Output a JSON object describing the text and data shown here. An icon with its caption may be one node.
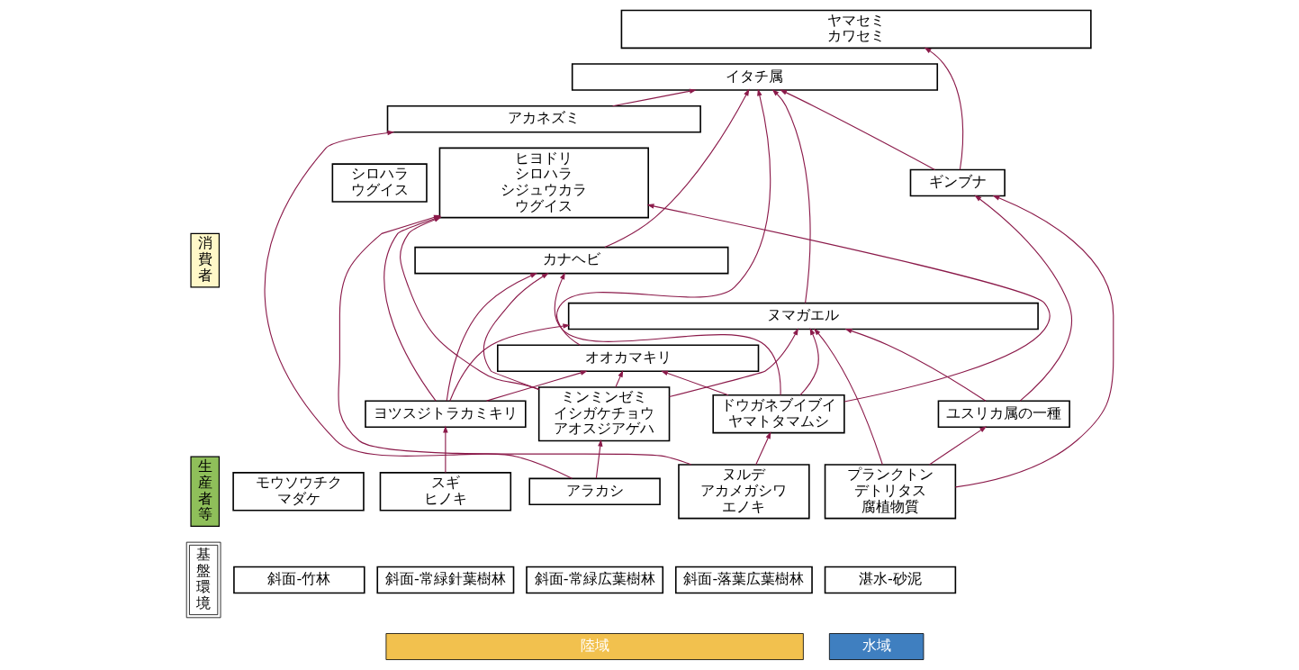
{
  "diagram": {
    "nodes": [
      {
        "text": [
          "ヤマセミ",
          "カワセミ"
        ]
      },
      {
        "text": [
          "イタチ属"
        ]
      },
      {
        "text": [
          "アカネズミ"
        ]
      },
      {
        "text": [
          "シロハラ",
          "ウグイス"
        ]
      },
      {
        "text": [
          "ヒヨドリ",
          "シロハラ",
          "シジュウカラ",
          "ウグイス"
        ]
      },
      {
        "text": [
          "ギンブナ"
        ]
      },
      {
        "text": [
          "カナヘビ"
        ]
      },
      {
        "text": [
          "ヌマガエル"
        ]
      },
      {
        "text": [
          "オオカマキリ"
        ]
      },
      {
        "text": [
          "ヨツスジトラカミキリ"
        ]
      },
      {
        "text": [
          "ミンミンゼミ",
          "イシガケチョウ",
          "アオスジアゲハ"
        ]
      },
      {
        "text": [
          "ドウガネブイブイ",
          "ヤマトタマムシ"
        ]
      },
      {
        "text": [
          "ユスリカ属の一種"
        ]
      },
      {
        "text": [
          "モウソウチク",
          "マダケ"
        ]
      },
      {
        "text": [
          "スギ",
          "ヒノキ"
        ]
      },
      {
        "text": [
          "アラカシ"
        ]
      },
      {
        "text": [
          "ヌルデ",
          "アカメガシワ",
          "エノキ"
        ]
      },
      {
        "text": [
          "プランクトン",
          "デトリタス",
          "腐植物質"
        ]
      },
      {
        "text": [
          "斜面-竹林"
        ]
      },
      {
        "text": [
          "斜面-常緑針葉樹林"
        ]
      },
      {
        "text": [
          "斜面-常緑広葉樹林"
        ]
      },
      {
        "text": [
          "斜面-落葉広葉樹林"
        ]
      },
      {
        "text": [
          "湛水-砂泥"
        ]
      },
      {
        "text": [
          "消費者"
        ]
      },
      {
        "text": [
          "生産者等"
        ]
      },
      {
        "text": [
          "基盤環境"
        ]
      },
      {
        "text": [
          "陸域"
        ]
      },
      {
        "text": [
          "水域"
        ]
      }
    ],
    "edges": [
      {
        "from": 9,
        "to": 4,
        "arrow": "to"
      },
      {
        "from": 9,
        "to": 6,
        "arrow": "to"
      },
      {
        "from": 9,
        "to": 7,
        "arrow": "to"
      },
      {
        "from": 9,
        "to": 8,
        "arrow": "to"
      },
      {
        "from": 14,
        "to": 9,
        "arrow": "to"
      },
      {
        "from": 8,
        "to": 1,
        "arrow": "to"
      },
      {
        "from": 7,
        "to": 1,
        "arrow": "to"
      },
      {
        "from": 6,
        "to": 1,
        "arrow": "to"
      },
      {
        "from": 2,
        "to": 1,
        "arrow": "to"
      },
      {
        "from": 15,
        "to": 2,
        "arrow": "to"
      },
      {
        "from": 10,
        "to": 8,
        "arrow": "to"
      },
      {
        "from": 15,
        "to": 10,
        "arrow": "to"
      },
      {
        "from": 10,
        "to": 4,
        "arrow": "to"
      },
      {
        "from": 10,
        "to": 6,
        "arrow": "to"
      },
      {
        "from": 10,
        "to": 7,
        "arrow": "to"
      },
      {
        "from": 16,
        "to": 4,
        "arrow": "to"
      },
      {
        "from": 11,
        "to": 4,
        "arrow": "to"
      },
      {
        "from": 11,
        "to": 6,
        "arrow": "to"
      },
      {
        "from": 11,
        "to": 7,
        "arrow": "to"
      },
      {
        "from": 11,
        "to": 8,
        "arrow": "to"
      },
      {
        "from": 16,
        "to": 11,
        "arrow": "to"
      },
      {
        "from": 17,
        "to": 5,
        "arrow": "to"
      },
      {
        "from": 5,
        "to": 1,
        "arrow": "to"
      },
      {
        "from": 17,
        "to": 7,
        "arrow": "to"
      },
      {
        "from": 12,
        "to": 5,
        "arrow": "to"
      },
      {
        "from": 12,
        "to": 7,
        "arrow": "to"
      },
      {
        "from": 17,
        "to": 12,
        "arrow": "to"
      },
      {
        "from": 5,
        "to": 0,
        "arrow": "to"
      }
    ]
  }
}
